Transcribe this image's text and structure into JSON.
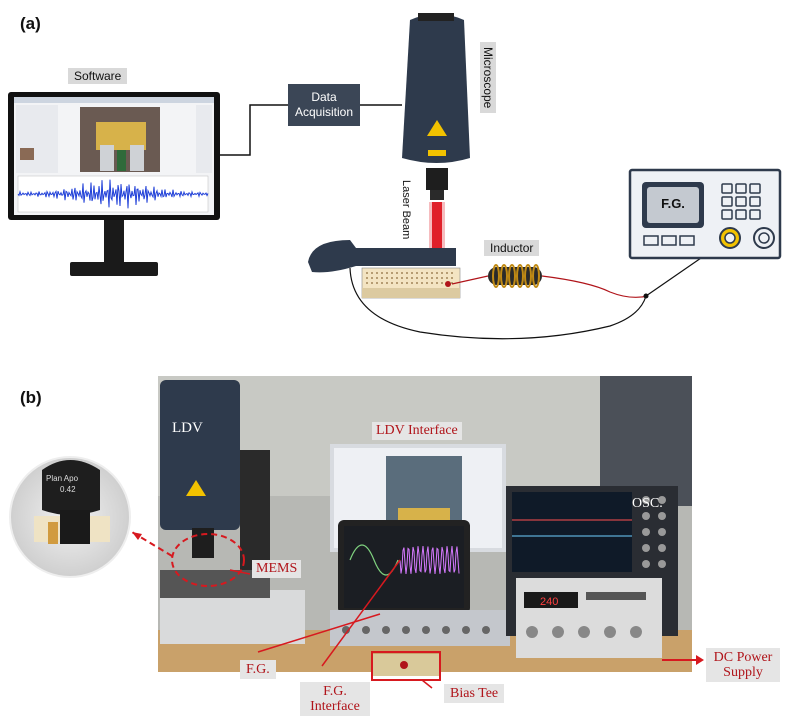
{
  "panel_a": {
    "letter": "(a)",
    "software_label": "Software",
    "data_acquisition_label": "Data Acquisition",
    "microscope_label": "Microscope",
    "laser_beam_label": "Laser Beam",
    "inductor_label": "Inductor",
    "fg_label": "F.G."
  },
  "panel_b": {
    "letter": "(b)",
    "ldv_label": "LDV",
    "ldv_interface_label": "LDV Interface",
    "mems_label": "MEMS",
    "osc_label": "OSC.",
    "fg_label": "F.G.",
    "fg_interface_label": "F.G. Interface",
    "bias_tee_label": "Bias Tee",
    "dc_power_label": "DC Power Supply",
    "lens_text_lines": [
      "Plan Apo",
      "0.42"
    ],
    "psu_readout": "240"
  },
  "colors": {
    "device_dark": "#2e3a4c",
    "label_bg": "#d9d9d9",
    "annotation_red": "#b0141a",
    "laser_red": "#e0202a",
    "waveform_blue": "#1f3fd8"
  }
}
